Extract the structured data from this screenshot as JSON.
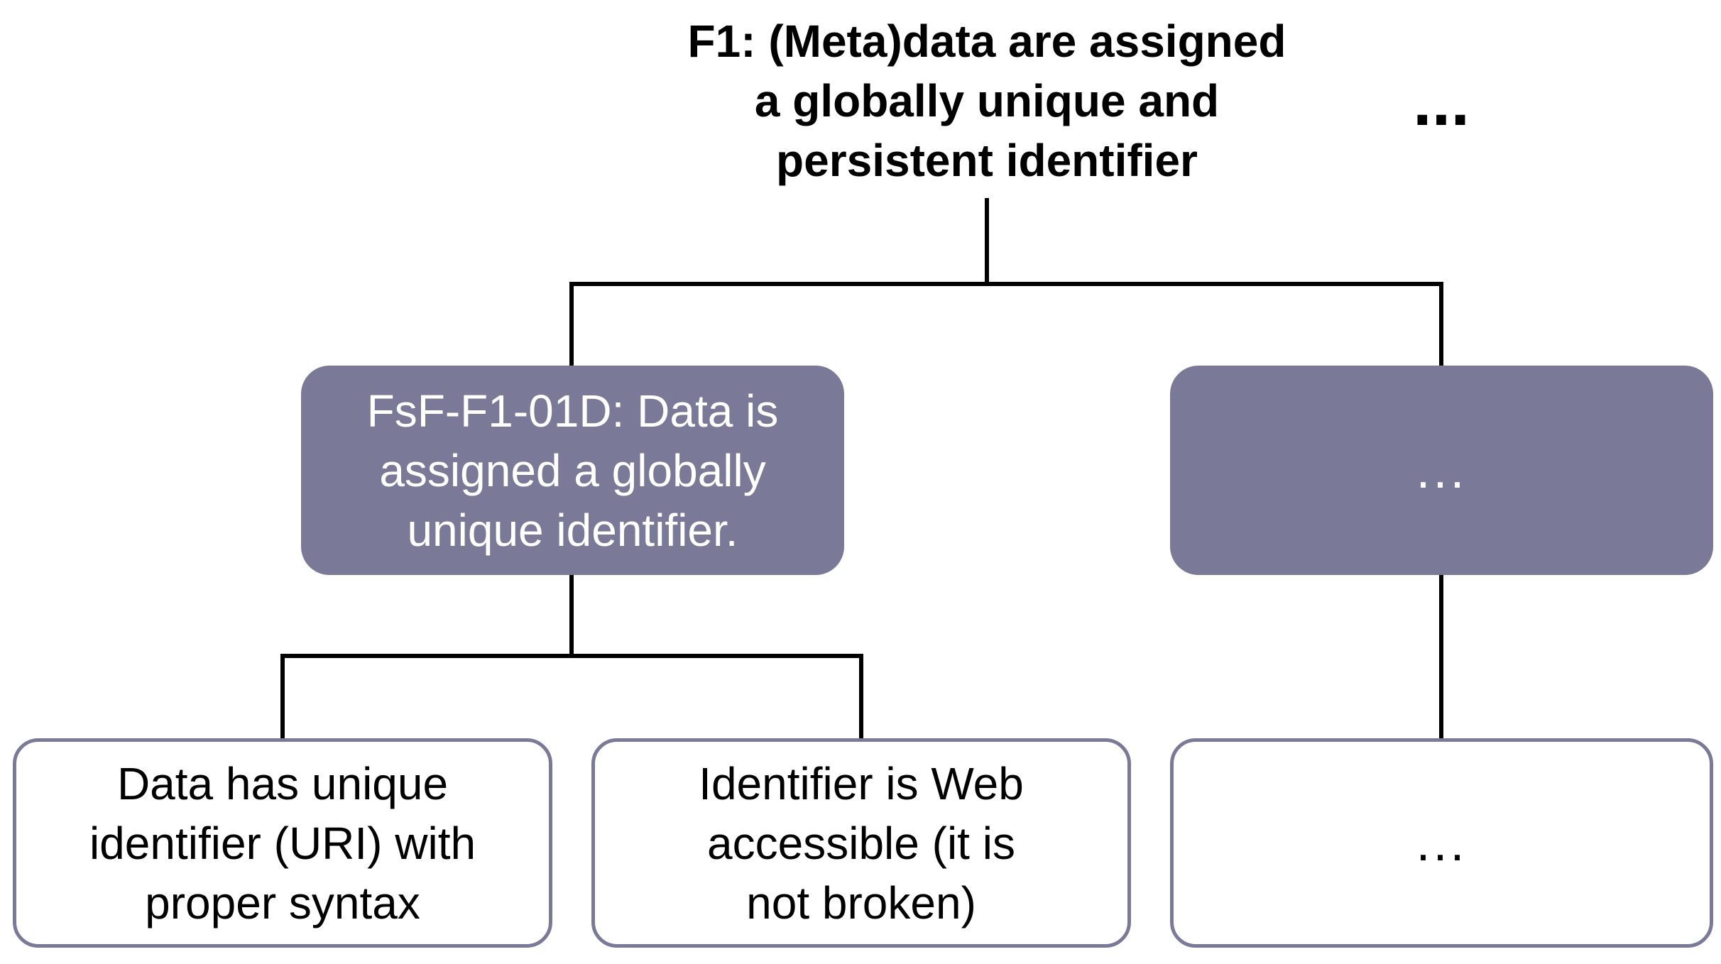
{
  "root": {
    "title": "F1: (Meta)data are assigned\na globally unique and\npersistent identifier",
    "sibling_placeholder": "..."
  },
  "level2": {
    "left_text": "FsF-F1-01D: Data is\nassigned a globally\nunique identifier.",
    "right_text": "..."
  },
  "level3": {
    "left_text": "Data has unique\nidentifier (URI) with\nproper syntax",
    "middle_text": "Identifier is Web\naccessible (it is\nnot broken)",
    "right_text": "..."
  },
  "colors": {
    "box_fill": "#7a7a98",
    "box_border": "#7a7a98",
    "connector": "#000000"
  }
}
